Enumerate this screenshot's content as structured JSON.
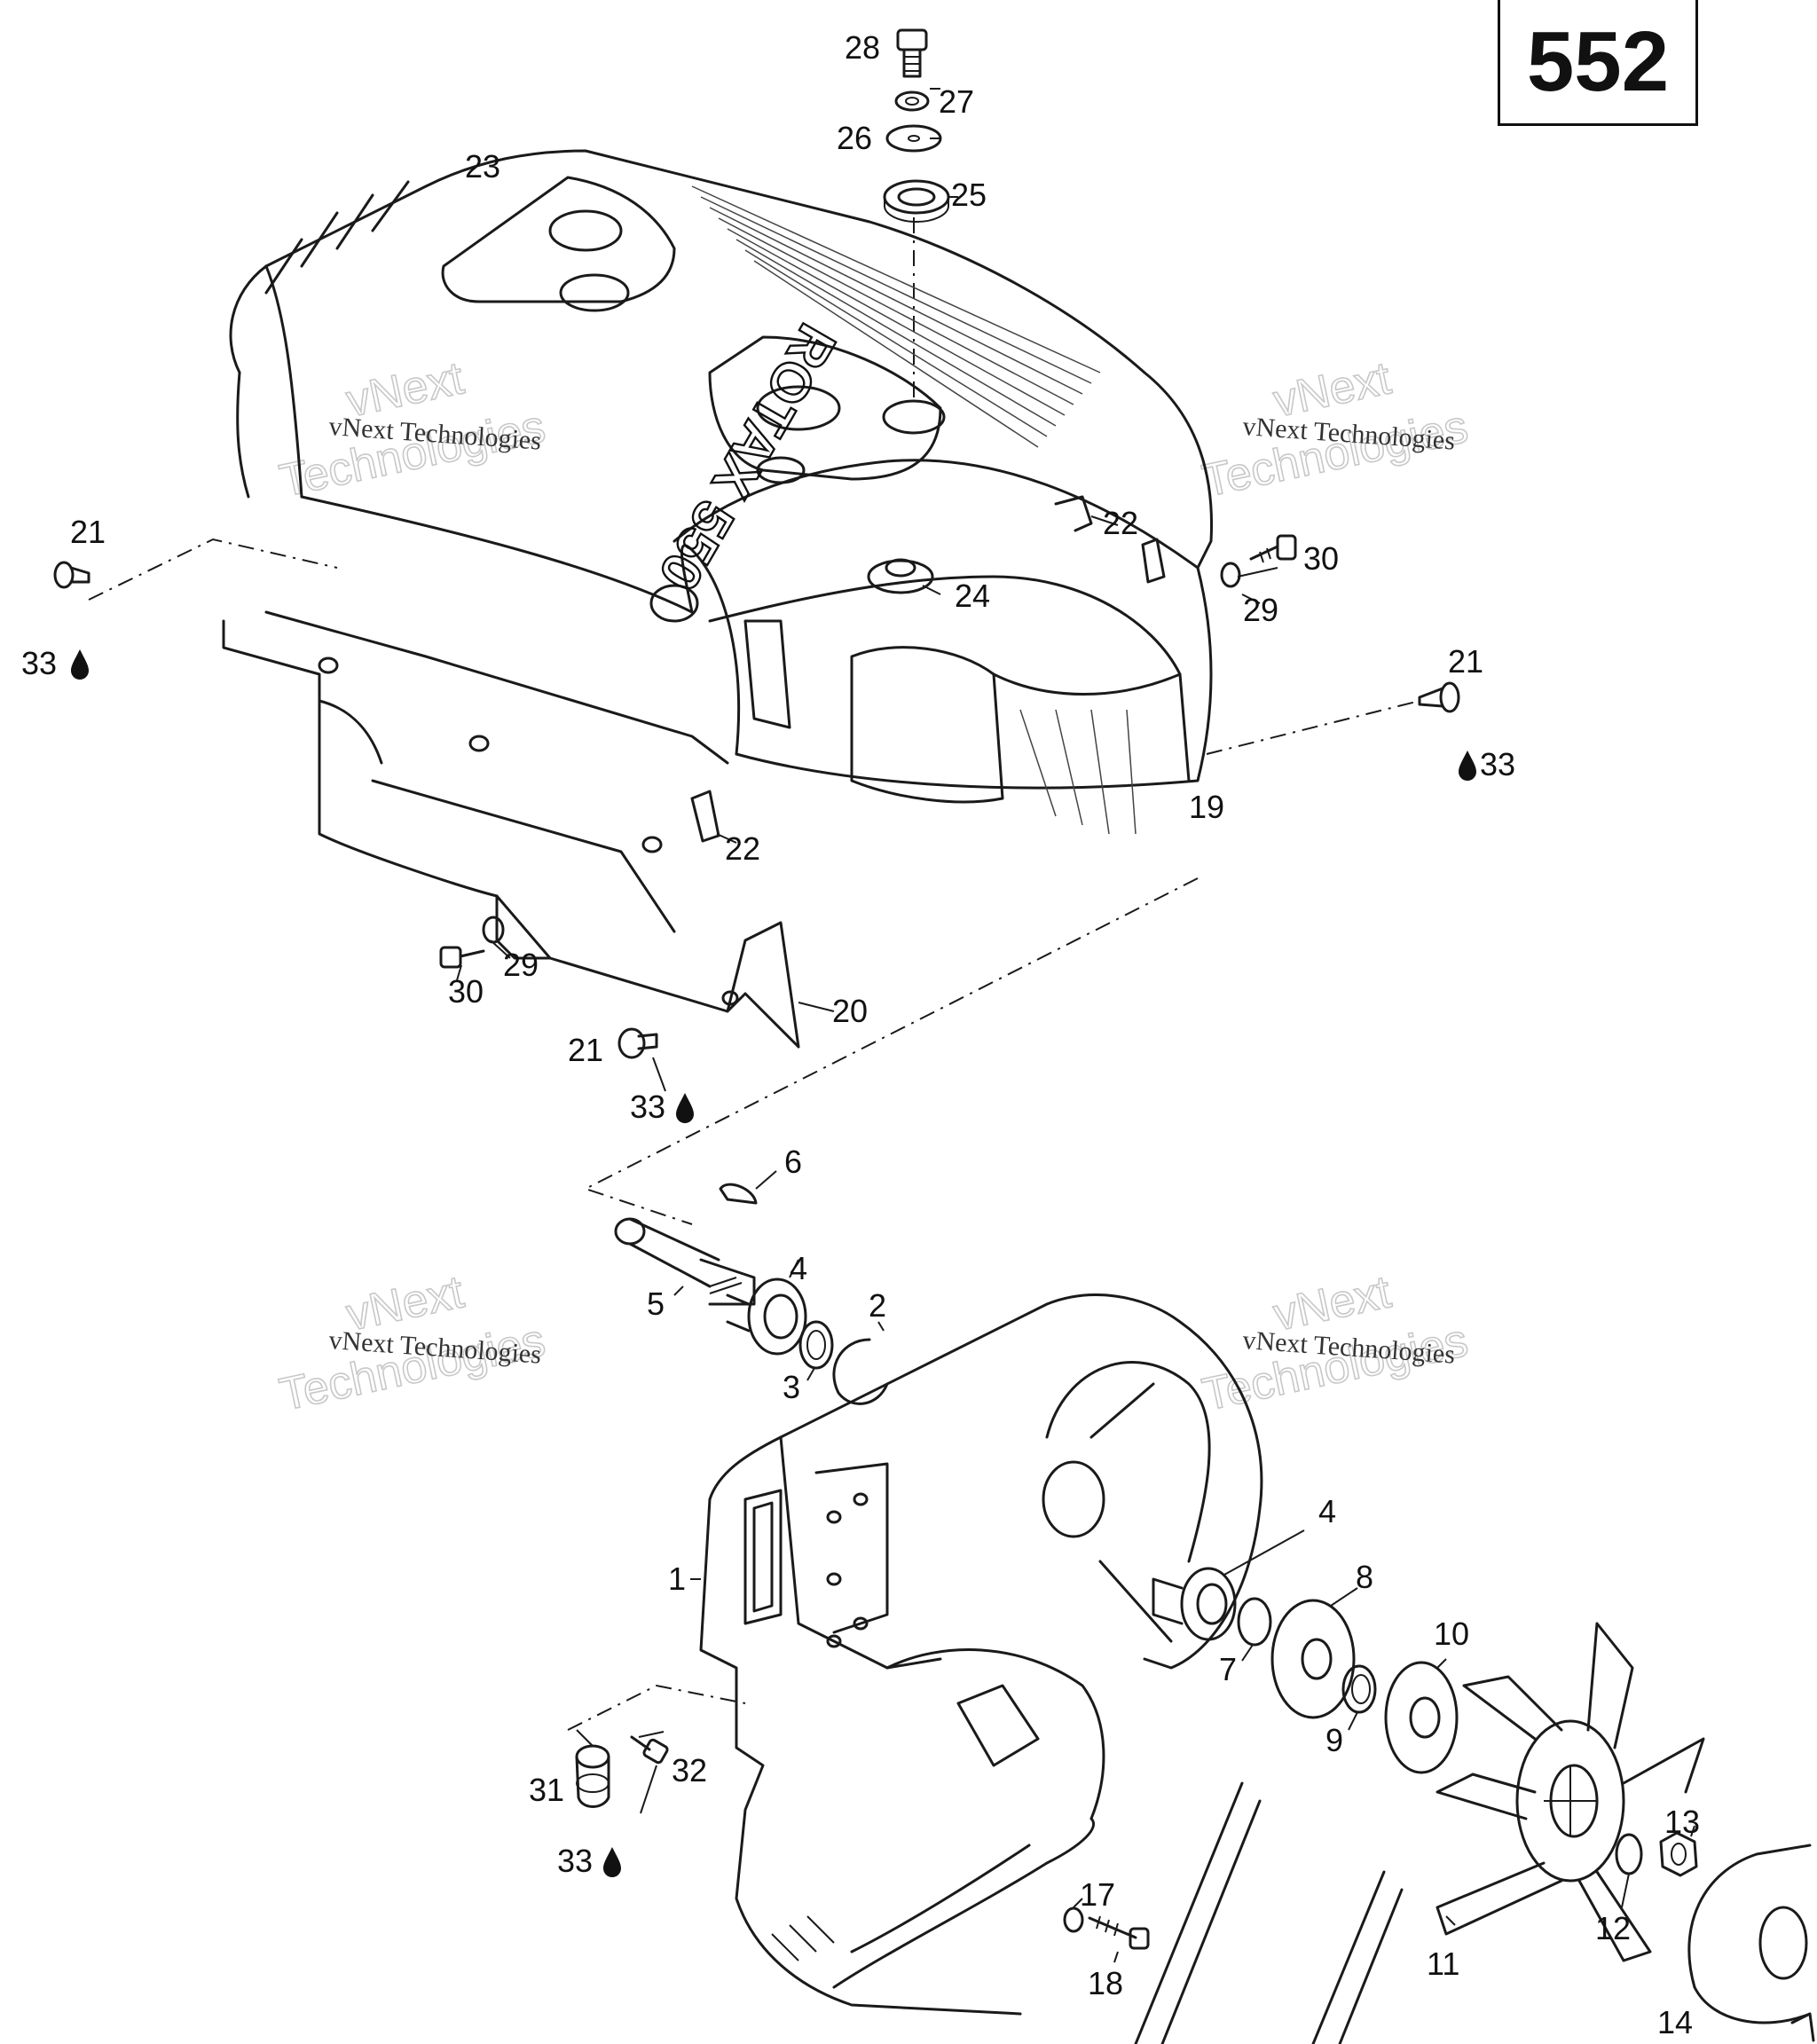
{
  "page_number": "552",
  "watermark": {
    "brand": "vNext",
    "company": "Technologies",
    "full": "vNext Technologies"
  },
  "embossed_text": "ROTAX 550",
  "drop_symbol": "🌢",
  "callouts": [
    {
      "id": "c28",
      "text": "28"
    },
    {
      "id": "c27",
      "text": "27"
    },
    {
      "id": "c26",
      "text": "26"
    },
    {
      "id": "c25",
      "text": "25"
    },
    {
      "id": "c23",
      "text": "23"
    },
    {
      "id": "c22a",
      "text": "22"
    },
    {
      "id": "c24",
      "text": "24"
    },
    {
      "id": "c30a",
      "text": "30"
    },
    {
      "id": "c29a",
      "text": "29"
    },
    {
      "id": "c21a",
      "text": "21"
    },
    {
      "id": "c33a",
      "text": "33"
    },
    {
      "id": "c21b",
      "text": "21"
    },
    {
      "id": "c33b",
      "text": "33"
    },
    {
      "id": "c19",
      "text": "19"
    },
    {
      "id": "c22b",
      "text": "22"
    },
    {
      "id": "c29b",
      "text": "29"
    },
    {
      "id": "c30b",
      "text": "30"
    },
    {
      "id": "c20",
      "text": "20"
    },
    {
      "id": "c21c",
      "text": "21"
    },
    {
      "id": "c33c",
      "text": "33"
    },
    {
      "id": "c6",
      "text": "6"
    },
    {
      "id": "c4a",
      "text": "4"
    },
    {
      "id": "c5",
      "text": "5"
    },
    {
      "id": "c2",
      "text": "2"
    },
    {
      "id": "c3",
      "text": "3"
    },
    {
      "id": "c1",
      "text": "1"
    },
    {
      "id": "c4b",
      "text": "4"
    },
    {
      "id": "c8",
      "text": "8"
    },
    {
      "id": "c10",
      "text": "10"
    },
    {
      "id": "c7",
      "text": "7"
    },
    {
      "id": "c9",
      "text": "9"
    },
    {
      "id": "c31",
      "text": "31"
    },
    {
      "id": "c32",
      "text": "32"
    },
    {
      "id": "c33d",
      "text": "33"
    },
    {
      "id": "c17",
      "text": "17"
    },
    {
      "id": "c18",
      "text": "18"
    },
    {
      "id": "c11",
      "text": "11"
    },
    {
      "id": "c12",
      "text": "12"
    },
    {
      "id": "c13",
      "text": "13"
    },
    {
      "id": "c14",
      "text": "14"
    }
  ]
}
